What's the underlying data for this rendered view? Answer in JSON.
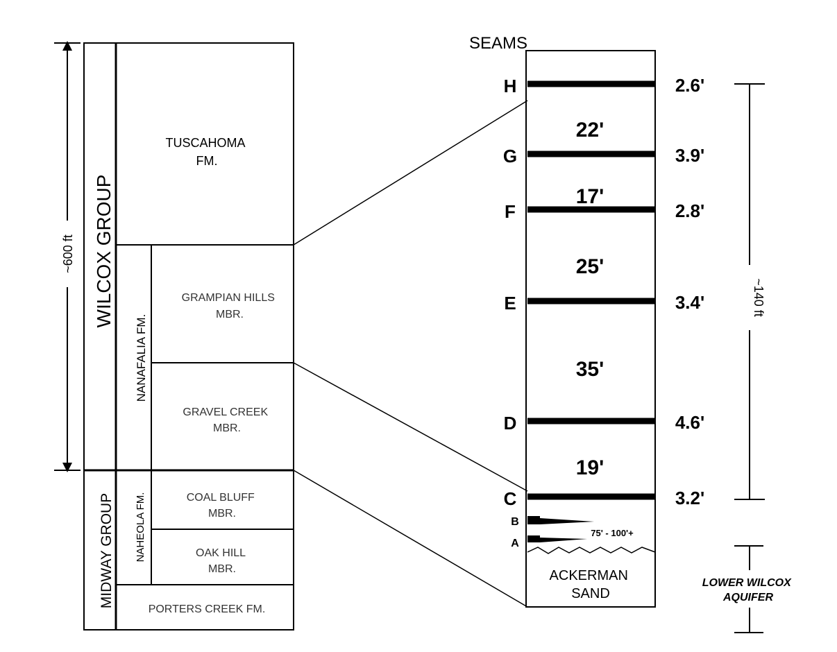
{
  "left_column": {
    "wilcox_group": "WILCOX GROUP",
    "midway_group": "MIDWAY GROUP",
    "nanafalia_fm": "NANAFALIA FM.",
    "naheola_fm": "NAHEOLA FM.",
    "tuscahoma": [
      "TUSCAHOMA",
      "FM."
    ],
    "grampian_hills": [
      "GRAMPIAN HILLS",
      "MBR."
    ],
    "gravel_creek": [
      "GRAVEL CREEK",
      "MBR."
    ],
    "coal_bluff": [
      "COAL BLUFF",
      "MBR."
    ],
    "oak_hill": [
      "OAK HILL",
      "MBR."
    ],
    "porters_creek": "PORTERS CREEK FM.",
    "thickness_label": "~600 ft"
  },
  "right_column": {
    "title": "SEAMS",
    "seams": [
      {
        "letter": "H",
        "thickness": "2.6'"
      },
      {
        "letter": "G",
        "thickness": "3.9'"
      },
      {
        "letter": "F",
        "thickness": "2.8'"
      },
      {
        "letter": "E",
        "thickness": "3.4'"
      },
      {
        "letter": "D",
        "thickness": "4.6'"
      },
      {
        "letter": "C",
        "thickness": "3.2'"
      }
    ],
    "intervals": [
      "22'",
      "17'",
      "25'",
      "35'",
      "19'"
    ],
    "lower_seams": [
      "B",
      "A"
    ],
    "lower_note": "75' - 100'+",
    "ackerman": [
      "ACKERMAN",
      "SAND"
    ],
    "thickness_label": "~140 ft",
    "aquifer": [
      "LOWER WILCOX",
      "AQUIFER"
    ]
  }
}
